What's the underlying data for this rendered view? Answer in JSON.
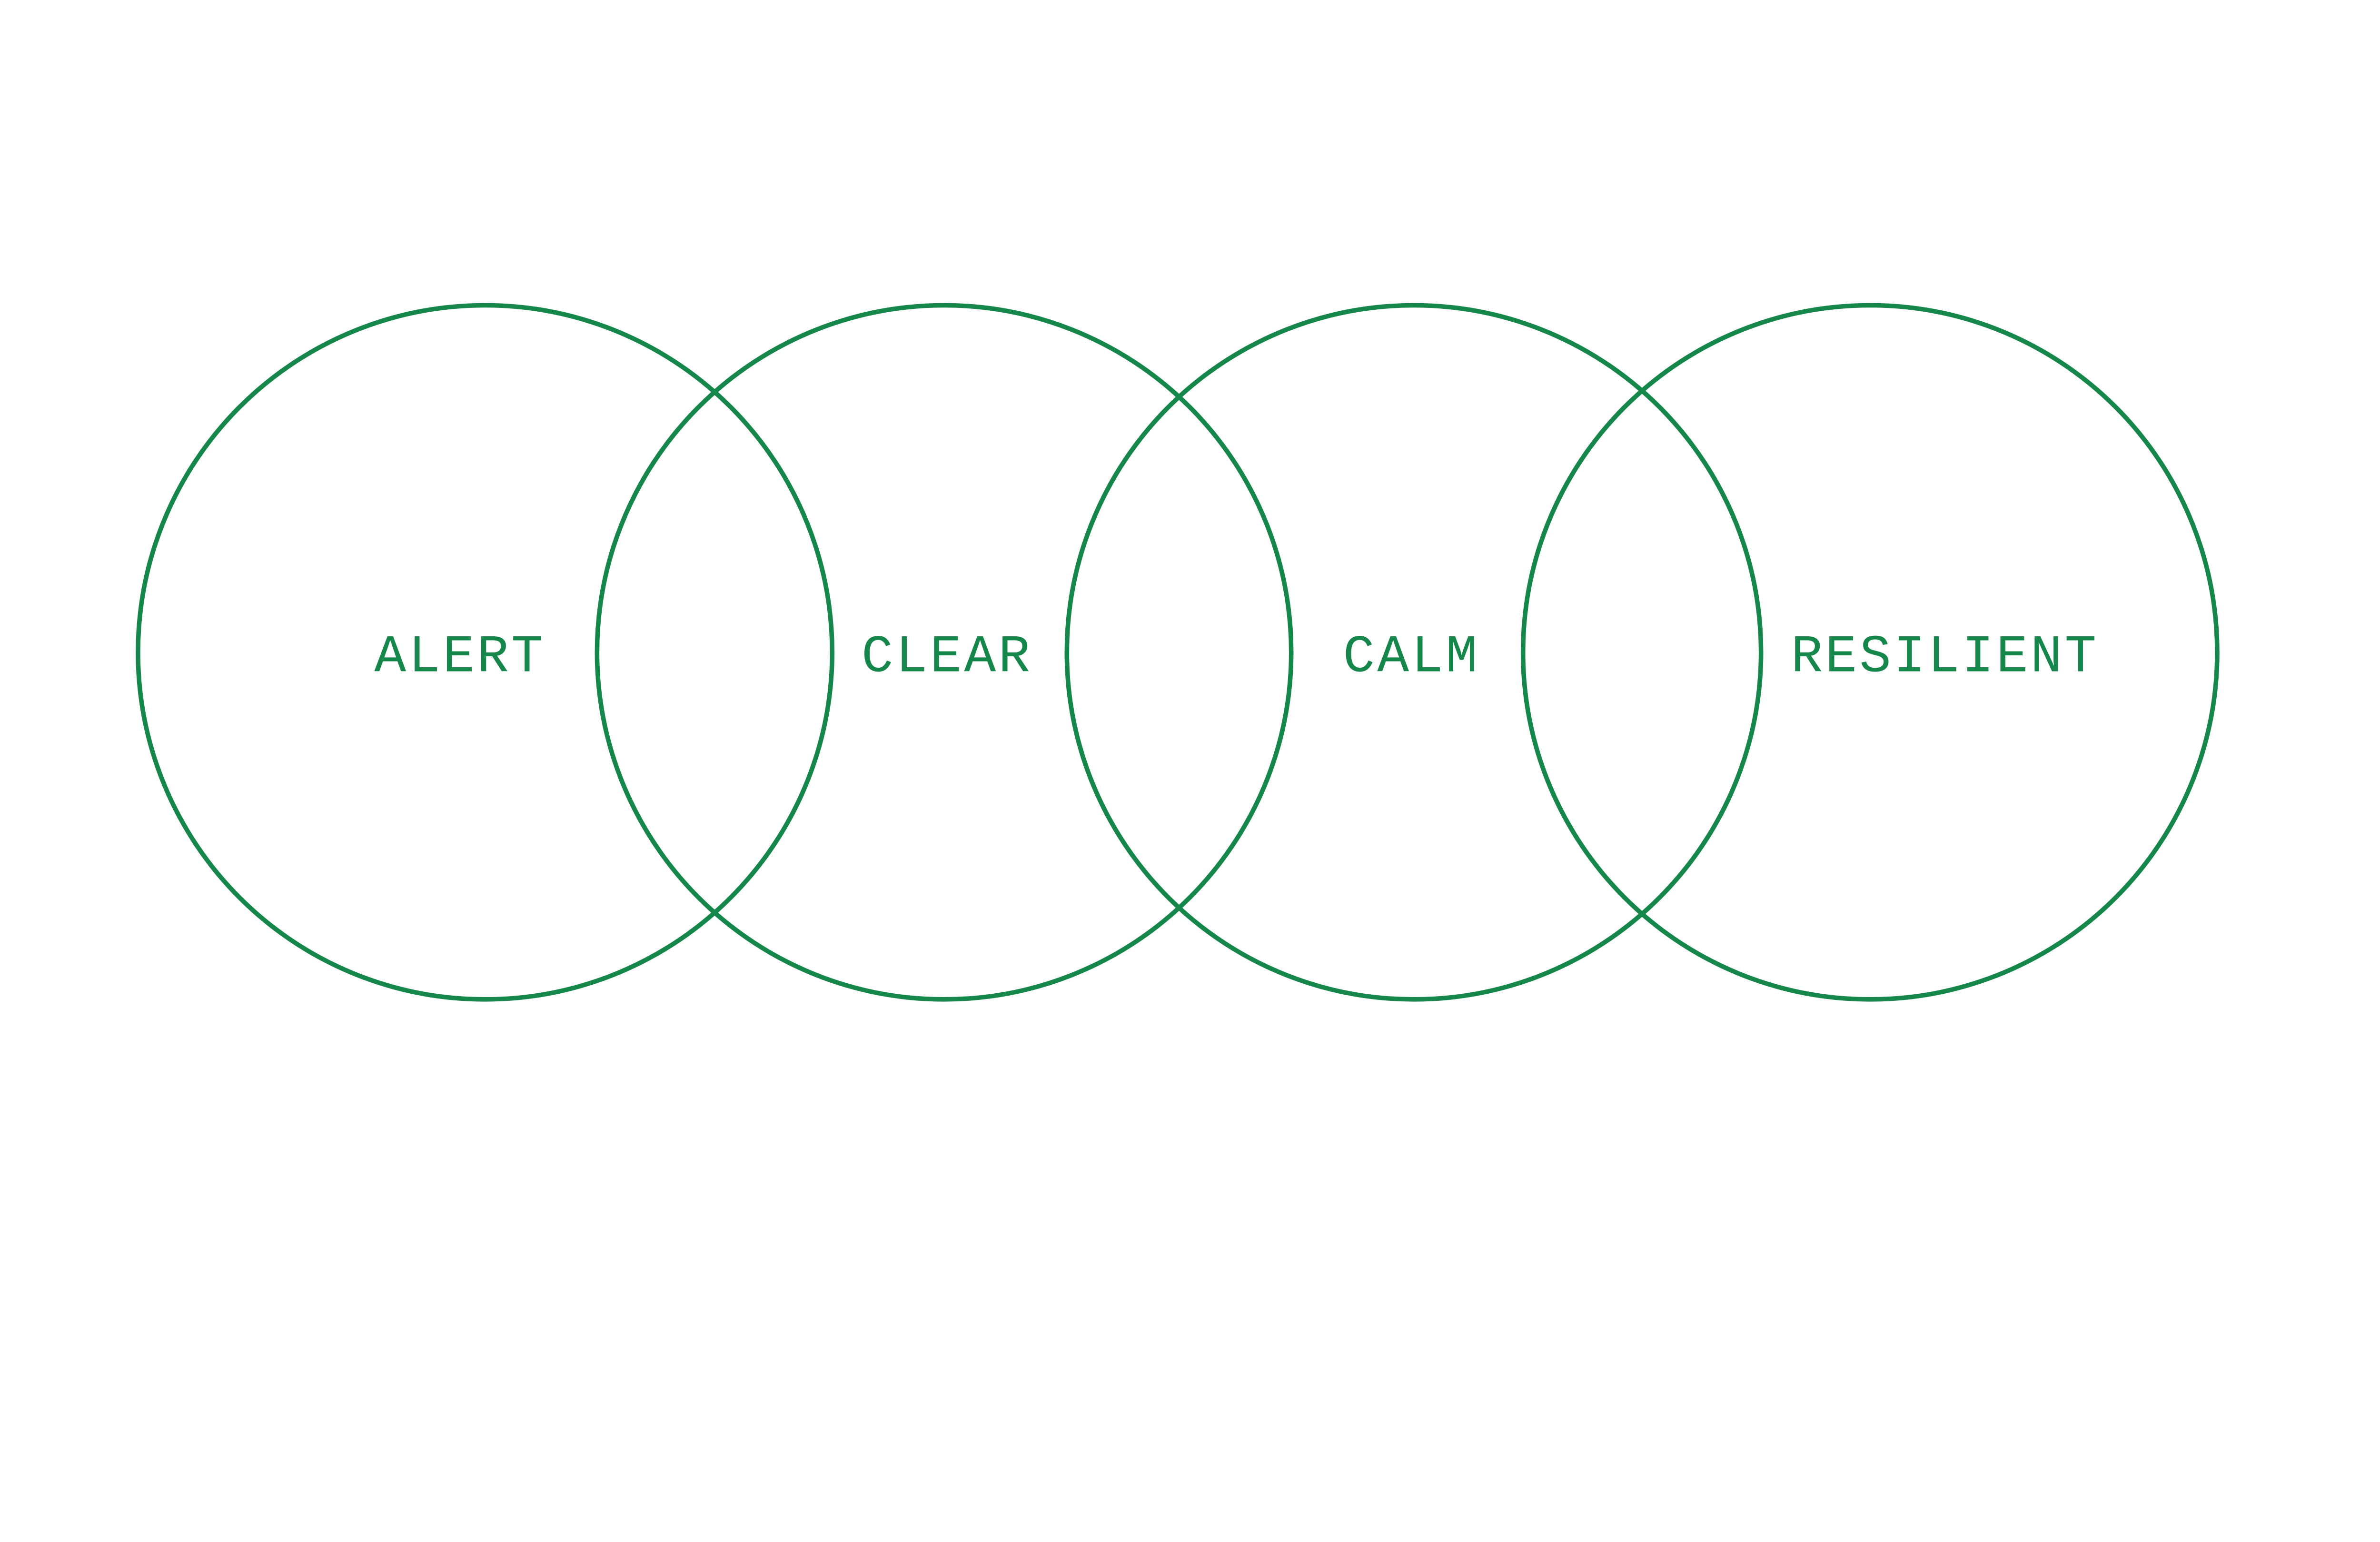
{
  "colors": {
    "accent": "#15874a",
    "background": "#ffffff"
  },
  "circles": [
    {
      "label": "ALERT"
    },
    {
      "label": "CLEAR"
    },
    {
      "label": "CALM"
    },
    {
      "label": "RESILIENT"
    }
  ]
}
